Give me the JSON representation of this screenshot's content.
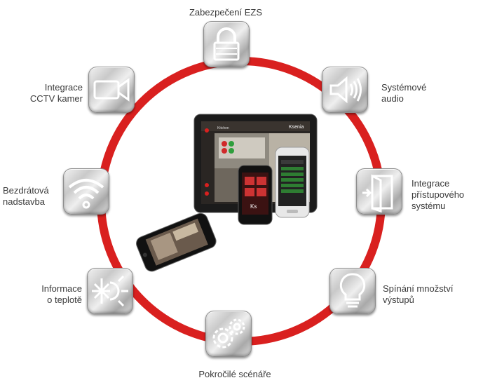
{
  "labels": {
    "top": "Zabezpečení EZS",
    "top_right": [
      "Systémové",
      "audio"
    ],
    "right": [
      "Integrace",
      "přístupového",
      "systému"
    ],
    "bottom_right": [
      "Spínání množství",
      "výstupů"
    ],
    "bottom": "Pokročilé scénáře",
    "bottom_left": [
      "Informace",
      "o teplotě"
    ],
    "left": [
      "Bezdrátová",
      "nadstavba"
    ],
    "top_left": [
      "Integrace",
      "CCTV kamer"
    ]
  },
  "tablet": {
    "brand": "Ksenia",
    "room": "Kitchen"
  },
  "phone_small": {
    "logo": "Ks"
  },
  "icons": [
    "lock-icon",
    "speaker-icon",
    "door-icon",
    "bulb-icon",
    "gears-icon",
    "snow-sun-icon",
    "wifi-icon",
    "camera-icon"
  ],
  "colors": {
    "ring": "#d9201f",
    "tile_dark": "#8a8a8a",
    "icon_stroke": "#ffffff"
  }
}
